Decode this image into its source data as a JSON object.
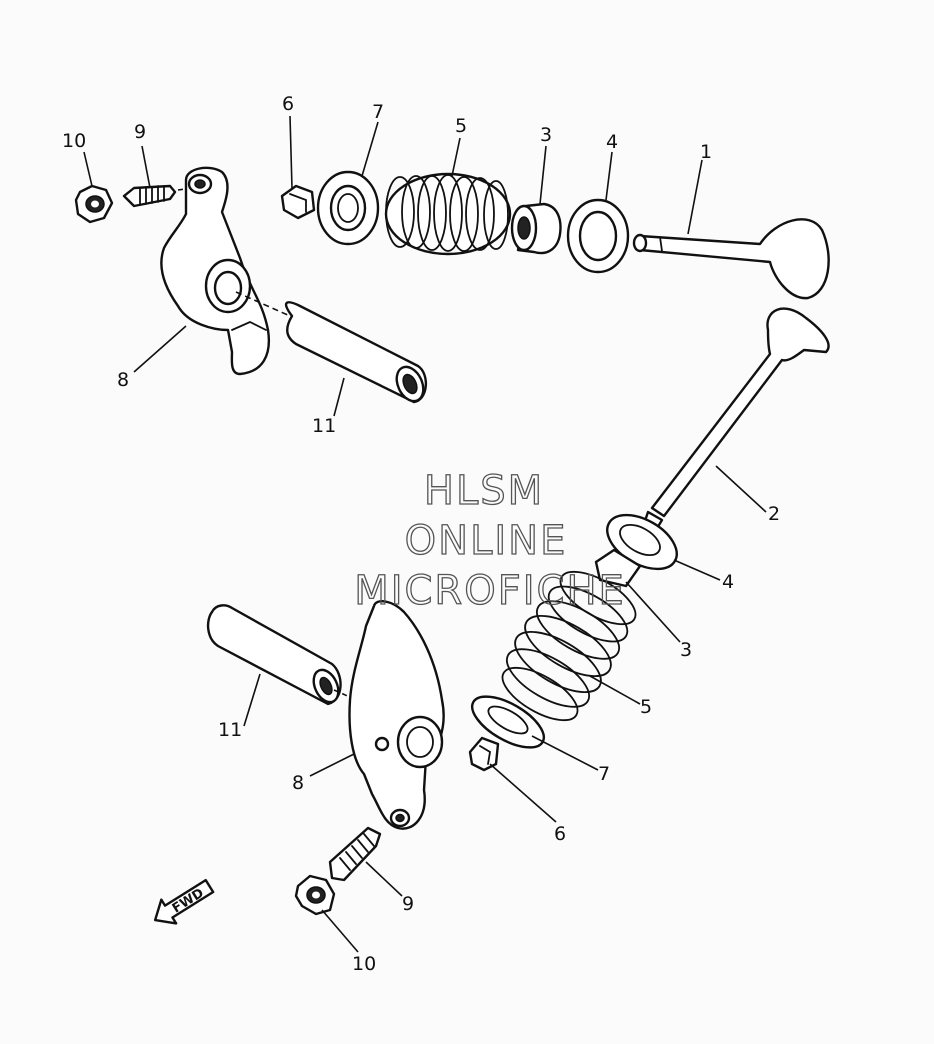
{
  "watermark": {
    "lines": [
      "HLSM",
      "ONLINE",
      "MICROFICHE"
    ]
  },
  "direction_indicator": {
    "label": "FWD"
  },
  "callouts": {
    "top": {
      "valve_1": "1",
      "retainer_3": "3",
      "seat_4": "4",
      "spring_5": "5",
      "cotter_6": "6",
      "seat_7": "7",
      "rocker_arm_8": "8",
      "adjuster_9": "9",
      "nut_10": "10",
      "shaft_11": "11"
    },
    "bottom": {
      "valve_2": "2",
      "retainer_3": "3",
      "seat_4": "4",
      "spring_5": "5",
      "cotter_6": "6",
      "seat_7": "7",
      "rocker_arm_8": "8",
      "adjuster_9": "9",
      "nut_10": "10",
      "shaft_11": "11"
    }
  }
}
